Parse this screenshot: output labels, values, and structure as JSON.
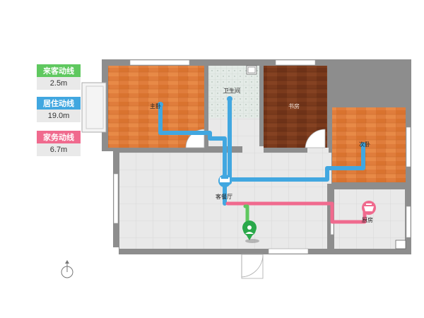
{
  "legend": [
    {
      "label": "来客动线",
      "value": "2.5m",
      "color": "#5fc85f"
    },
    {
      "label": "居住动线",
      "value": "19.0m",
      "color": "#41a7e0"
    },
    {
      "label": "家务动线",
      "value": "6.7m",
      "color": "#f06a8e"
    }
  ],
  "rooms": {
    "master_bedroom": "主卧",
    "bathroom": "卫生间",
    "study": "书房",
    "second_bedroom": "次卧",
    "living_dining": "客餐厅",
    "kitchen": "厨房"
  },
  "icons": {
    "entrance": "person-pin-icon",
    "living": "sofa-icon",
    "kitchen": "cooking-pot-icon",
    "compass": "compass-icon"
  },
  "colors": {
    "guest_route": "#5fc85f",
    "living_route": "#41a7e0",
    "chore_route": "#f06a8e",
    "wall": "#8a8a8a",
    "wood_light": "#e07d3c",
    "wood_dark": "#7a3a1c",
    "tile": "#e8e8e8"
  }
}
